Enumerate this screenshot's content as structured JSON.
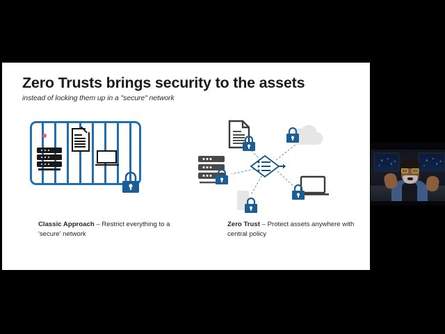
{
  "screen": {
    "background_color": "#000000"
  },
  "slide": {
    "background_color": "#ffffff",
    "title": "Zero Trusts brings security to the assets",
    "subtitle": "instead of locking them up in a \"secure\" network",
    "accent_color": "#1F6FB2",
    "lock_color": "#1B5E96",
    "panels": [
      {
        "id": "classic",
        "figure_name": "classic-approach-diagram",
        "caption_strong": "Classic Approach",
        "caption_dash": " – ",
        "caption_rest": "Restrict everything to a 'secure' network",
        "icons": [
          "cage-bars",
          "server-stack-icon",
          "document-icon",
          "laptop-icon",
          "padlock-icon",
          "alert-dot-icon"
        ]
      },
      {
        "id": "zerotrust",
        "figure_name": "zero-trust-diagram",
        "caption_strong": "Zero Trust",
        "caption_dash": " – ",
        "caption_rest": "Protect assets anywhere with central policy",
        "icons": [
          "policy-engine-diamond-icon",
          "document-icon",
          "cloud-icon",
          "laptop-icon",
          "phone-icon",
          "server-stack-icon",
          "padlock-icon"
        ],
        "nodes": [
          {
            "name": "document-node",
            "label": ""
          },
          {
            "name": "cloud-node",
            "label": ""
          },
          {
            "name": "laptop-node",
            "label": ""
          },
          {
            "name": "phone-node",
            "label": ""
          },
          {
            "name": "server-node",
            "label": ""
          }
        ]
      }
    ]
  },
  "webcam": {
    "name": "presenter-webcam-overlay",
    "position": "bottom-right",
    "background_color": "#0a0d14"
  }
}
